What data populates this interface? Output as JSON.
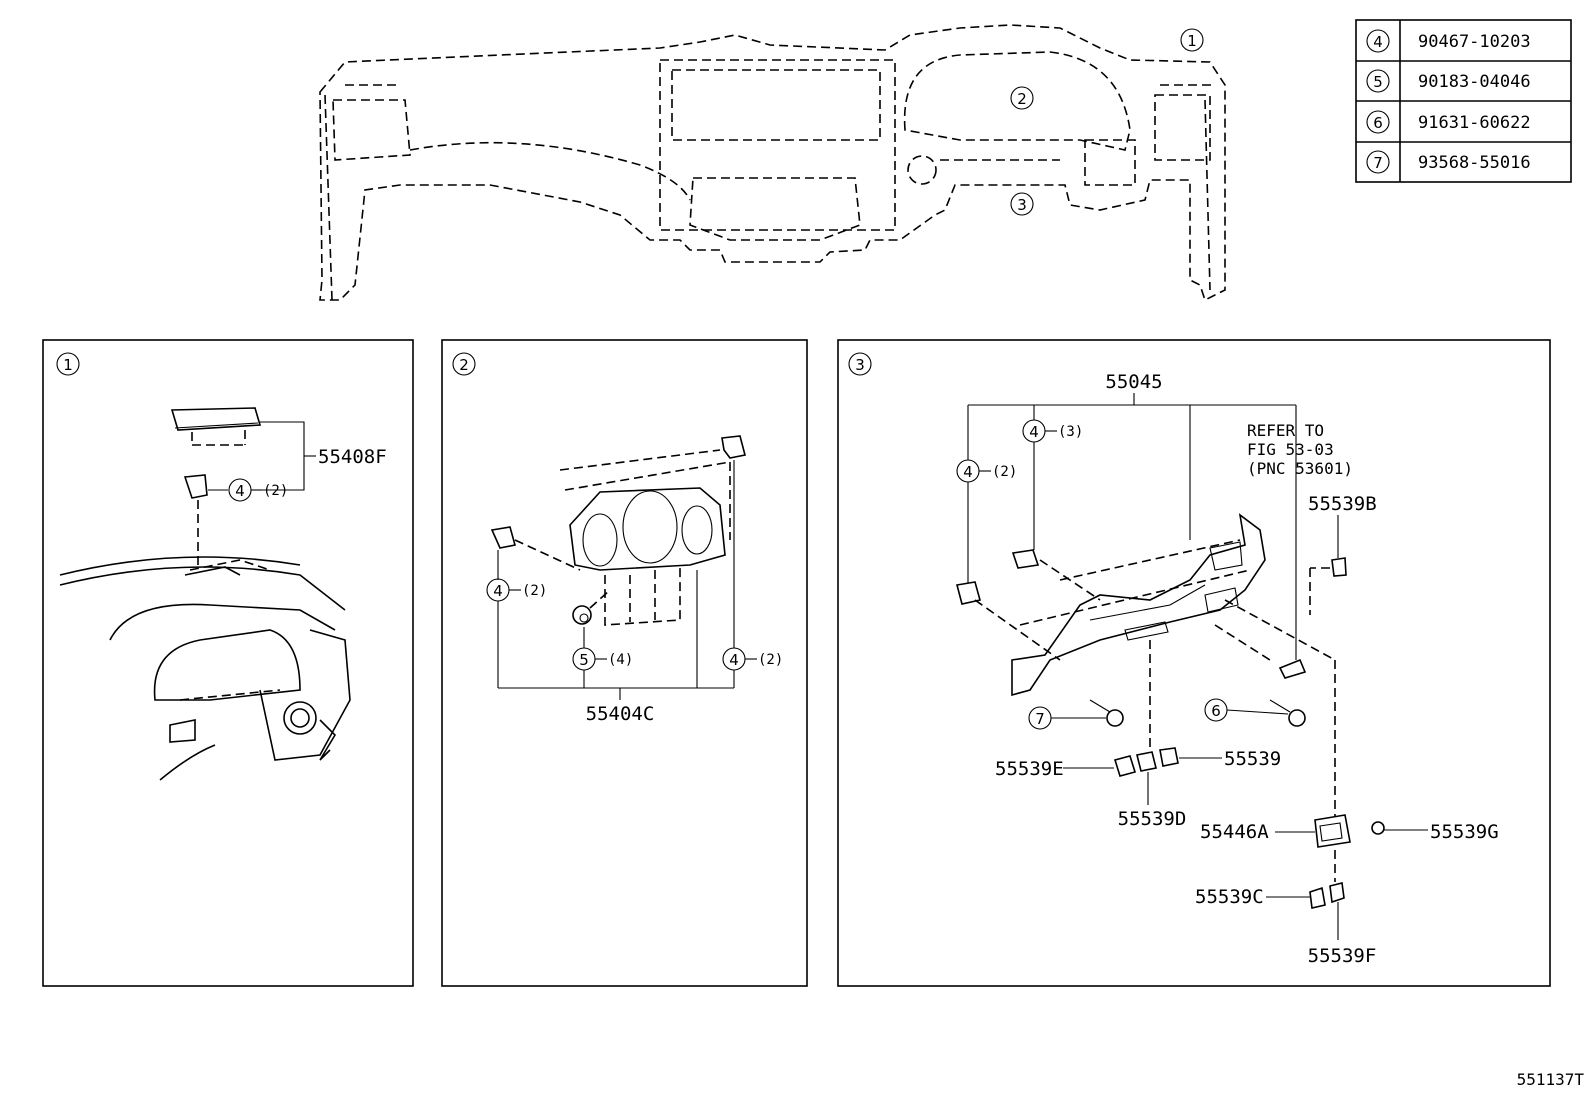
{
  "parts_table": [
    {
      "ref": "4",
      "part": "90467-10203"
    },
    {
      "ref": "5",
      "part": "90183-04046"
    },
    {
      "ref": "6",
      "part": "91631-60622"
    },
    {
      "ref": "7",
      "part": "93568-55016"
    }
  ],
  "overview": {
    "callouts": [
      "1",
      "2",
      "3"
    ]
  },
  "panel1": {
    "number": "1",
    "part_cover": "55408F",
    "clip_ref": "4",
    "clip_qty": "(2)"
  },
  "panel2": {
    "number": "2",
    "part_bezel": "55404C",
    "clip_ref_left": "4",
    "clip_qty_left": "(2)",
    "clip_ref_right": "4",
    "clip_qty_right": "(2)",
    "nut_ref": "5",
    "nut_qty": "(4)"
  },
  "panel3": {
    "number": "3",
    "part_cover": "55045",
    "clip_ref_a": "4",
    "clip_qty_a": "(3)",
    "clip_ref_b": "4",
    "clip_qty_b": "(2)",
    "refer_line1": "REFER TO",
    "refer_line2": "FIG 53-03",
    "refer_line3": "(PNC 53601)",
    "part_b": "55539B",
    "screw7": "7",
    "screw6": "6",
    "part_e": "55539E",
    "part_plain": "55539",
    "part_d": "55539D",
    "part_switch": "55446A",
    "part_g": "55539G",
    "part_c": "55539C",
    "part_f": "55539F"
  },
  "diagram_code": "551137T"
}
